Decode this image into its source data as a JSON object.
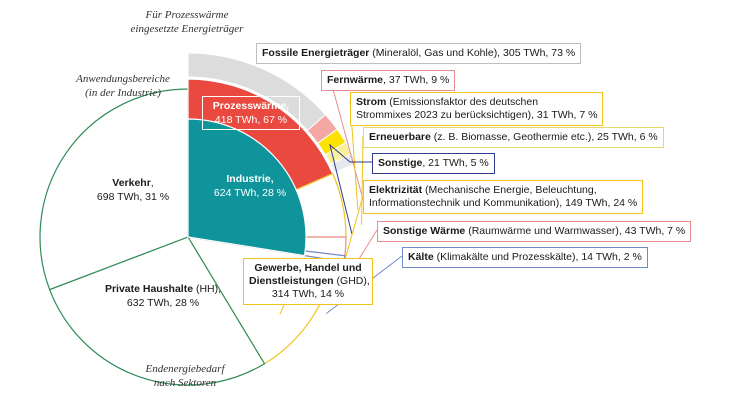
{
  "captions": {
    "outer": [
      "Für Prozesswärme",
      "eingesetzte Energieträger"
    ],
    "inner": [
      "Anwendungsbereiche",
      "(in der Industrie)"
    ],
    "bottom": [
      "Endenergiebedarf",
      "nach Sektoren"
    ]
  },
  "colors": {
    "verkehr": "#ffffff",
    "haushalte": "#ffffff",
    "industrie": "#0f949c",
    "ghd": "#ffffff",
    "prozesswaerme": "#e9493f",
    "fossile": "#dcdcdc",
    "fernwaerme": "#f5a7a5",
    "strom": "#fde200",
    "erneuerbare": "#f6f0a0",
    "sonstige": "#e8e8f0",
    "elektrizitaet": "#ffffff",
    "sonstigewaerme": "#ffffff",
    "kaelte": "#ffffff",
    "green": "#2e8b57",
    "yellow": "#f0c419",
    "navy": "#2e3d8f",
    "pink": "#e88d8d",
    "blue": "#6f8cc8",
    "grey": "#bdbdbd"
  },
  "chart_data": [
    {
      "type": "pie",
      "title": "Endenergiebedarf nach Sektoren",
      "slices": [
        {
          "name": "Industrie",
          "value_twh": 624,
          "percent": 28
        },
        {
          "name": "Gewerbe, Handel und Dienstleistungen (GHD)",
          "value_twh": 314,
          "percent": 14
        },
        {
          "name": "Private Haushalte (HH)",
          "value_twh": 632,
          "percent": 28
        },
        {
          "name": "Verkehr",
          "value_twh": 698,
          "percent": 31
        }
      ]
    },
    {
      "type": "pie",
      "title": "Anwendungsbereiche (in der Industrie)",
      "slices": [
        {
          "name": "Prozesswärme",
          "value_twh": 418,
          "percent": 67
        },
        {
          "name": "Elektrizität",
          "value_twh": 149,
          "percent": 24
        },
        {
          "name": "Sonstige Wärme",
          "value_twh": 43,
          "percent": 7
        },
        {
          "name": "Kälte",
          "value_twh": 14,
          "percent": 2
        }
      ]
    },
    {
      "type": "pie",
      "title": "Für Prozesswärme eingesetzte Energieträger",
      "slices": [
        {
          "name": "Fossile Energieträger",
          "value_twh": 305,
          "percent": 73
        },
        {
          "name": "Fernwärme",
          "value_twh": 37,
          "percent": 9
        },
        {
          "name": "Strom",
          "value_twh": 31,
          "percent": 7
        },
        {
          "name": "Erneuerbare",
          "value_twh": 25,
          "percent": 6
        },
        {
          "name": "Sonstige",
          "value_twh": 21,
          "percent": 5
        }
      ]
    }
  ],
  "labels": {
    "verkehr": {
      "name": "Verkehr",
      "rest": "698 TWh, 31 %"
    },
    "haushalte": {
      "name": "Private Haushalte",
      "rest1": " (HH),",
      "rest2": "632 TWh, 28 %"
    },
    "industrie": {
      "name": "Industrie,",
      "rest": "624 TWh, 28 %"
    },
    "ghd": {
      "name1": "Gewerbe, Handel und",
      "name2": "Dienstleistungen",
      "rest1": " (GHD),",
      "rest2": "314 TWh, 14 %"
    },
    "prozesswaerme": {
      "name": "Prozesswärme,",
      "rest": "418 TWh, 67 %"
    },
    "fossile": {
      "name": "Fossile Energieträger",
      "rest": " (Mineralöl, Gas und Kohle), 305 TWh, 73 %"
    },
    "fernwaerme": {
      "name": "Fernwärme",
      "rest": ", 37 TWh, 9 %"
    },
    "strom": {
      "name": "Strom",
      "rest1": " (Emissionsfaktor des deutschen",
      "rest2": "Strommixes 2023 zu berücksichtigen), 31 TWh, 7 %"
    },
    "erneuerbare": {
      "name": "Erneuerbare",
      "rest": " (z. B. Biomasse, Geothermie etc.), 25 TWh, 6 %"
    },
    "sonstige": {
      "name": "Sonstige",
      "rest": ", 21 TWh, 5 %"
    },
    "elektrizitaet": {
      "name": "Elektrizität",
      "rest1": " (Mechanische Energie, Beleuchtung,",
      "rest2": "Informationstechnik und Kommunikation), 149 TWh, 24 %"
    },
    "sonstigewaerme": {
      "name": "Sonstige Wärme",
      "rest": " (Raumwärme und Warmwasser), 43 TWh, 7 %"
    },
    "kaelte": {
      "name": "Kälte",
      "rest": " (Klimakälte und Prozesskälte), 14 TWh, 2 %"
    }
  }
}
